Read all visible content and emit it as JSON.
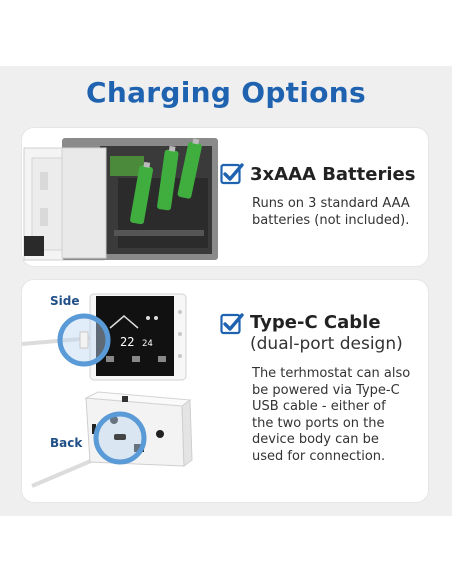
{
  "title": "Charging Options",
  "colors": {
    "accent": "#1f63b0",
    "card": "#ffffff",
    "background": "#efefef"
  },
  "card1": {
    "icon": "checkbox-check-icon",
    "heading": "3xAAA Batteries",
    "desc_lines": [
      "Runs on 3 standard AAA",
      "batteries (not included)."
    ]
  },
  "card2": {
    "icon": "checkbox-check-icon",
    "heading": "Type-C Cable",
    "subheading": "(dual-port design)",
    "desc_lines": [
      "The terhmostat can also",
      "be powered via Type-C",
      "USB cable - either of",
      "the two ports on the",
      "device body can be",
      "used for connection."
    ],
    "label_side": "Side",
    "label_back": "Back",
    "display": {
      "temp_main": "22",
      "temp_set": "24"
    }
  }
}
